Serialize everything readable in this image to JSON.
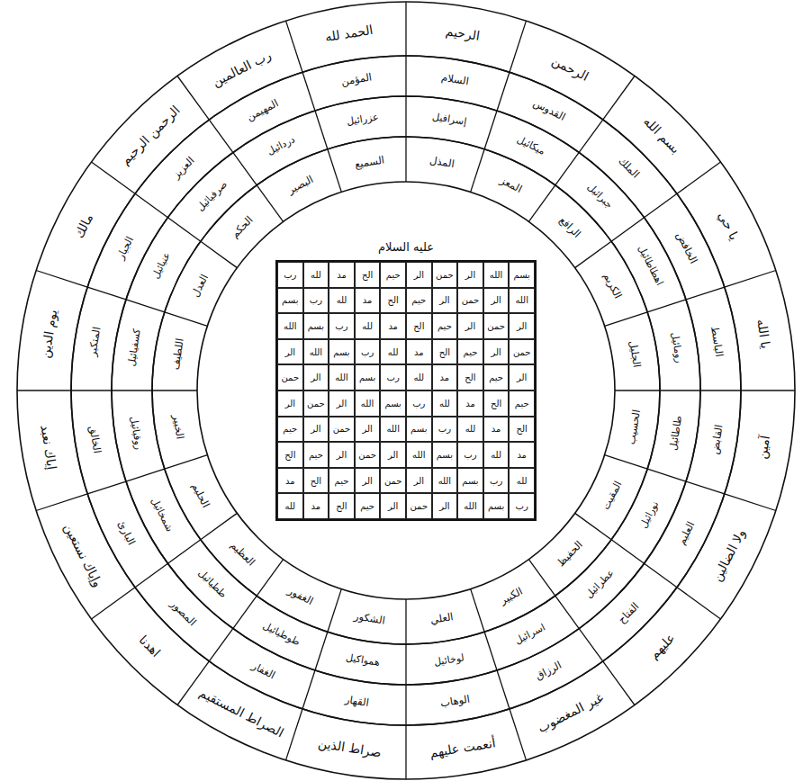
{
  "diagram": {
    "nodes": [
      {
        "text": [
          "بسم الله",
          "الرحمن",
          "الرحيم",
          "الحمد لله",
          "رب العالمين",
          "الرحمن الرحيم",
          "مالك",
          "يوم الدين",
          "إياك نعبد",
          "وإياك نستعين",
          "اهدنا",
          "الصراط المستقيم",
          "صراط الذين",
          "أنعمت عليهم",
          "غير المغضوب",
          "عليهم",
          "ولا الضالين",
          "آمين",
          "يا الله",
          "يا حي"
        ]
      },
      {
        "text": [
          "الملك",
          "القدوس",
          "السلام",
          "المؤمن",
          "المهيمن",
          "العزيز",
          "الجبار",
          "المتكبر",
          "الخالق",
          "البارئ",
          "المصور",
          "الغفار",
          "القهار",
          "الوهاب",
          "الرزاق",
          "الفتاح",
          "العليم",
          "القابض",
          "الباسط",
          "الخافض"
        ]
      },
      {
        "text": [
          "جبرائيل",
          "ميكائيل",
          "إسرافيل",
          "عزرائيل",
          "دردائيل",
          "صرفيائيل",
          "عنيائيل",
          "كسفيائيل",
          "روقيائيل",
          "شمخائيل",
          "ططيائيل",
          "طوطيائيل",
          "همواكيل",
          "لوخائيل",
          "اسرائيل",
          "عطرائيل",
          "نورائيل",
          "طاطائيل",
          "رومائيل",
          "اهطاطائيل"
        ]
      },
      {
        "text": [
          "الرافع",
          "المعز",
          "المذل",
          "السميع",
          "البصير",
          "الحكم",
          "العدل",
          "اللطيف",
          "الخبير",
          "الحليم",
          "العظيم",
          "الغفور",
          "الشكور",
          "العلي",
          "الكبير",
          "الحفيظ",
          "المقيت",
          "الحسيب",
          "الجليل",
          "الكريم"
        ]
      },
      {
        "text": [
          "علیه السلام"
        ]
      },
      {
        "text": [
          "بسم"
        ],
        "in": 4
      },
      {
        "text": [
          "الله"
        ],
        "in": 4
      },
      {
        "text": [
          "الر"
        ],
        "in": 4
      },
      {
        "text": [
          "حمن"
        ],
        "in": 4
      },
      {
        "text": [
          "الر"
        ],
        "in": 4
      },
      {
        "text": [
          "حيم"
        ],
        "in": 4
      },
      {
        "text": [
          "الح"
        ],
        "in": 4
      },
      {
        "text": [
          "مد"
        ],
        "in": 4
      },
      {
        "text": [
          "لله"
        ],
        "in": 4
      },
      {
        "text": [
          "رب"
        ],
        "in": 4
      },
      {
        "text": [
          "الله"
        ],
        "in": 4
      },
      {
        "text": [
          "الر"
        ],
        "in": 4
      },
      {
        "text": [
          "حمن"
        ],
        "in": 4
      },
      {
        "text": [
          "الر"
        ],
        "in": 4
      },
      {
        "text": [
          "حيم"
        ],
        "in": 4
      },
      {
        "text": [
          "الح"
        ],
        "in": 4
      },
      {
        "text": [
          "مد"
        ],
        "in": 4
      },
      {
        "text": [
          "لله"
        ],
        "in": 4
      },
      {
        "text": [
          "رب"
        ],
        "in": 4
      },
      {
        "text": [
          "بسم"
        ],
        "in": 4
      },
      {
        "text": [
          "الر"
        ],
        "in": 4
      },
      {
        "text": [
          "حمن"
        ],
        "in": 4
      },
      {
        "text": [
          "الر"
        ],
        "in": 4
      },
      {
        "text": [
          "حيم"
        ],
        "in": 4
      },
      {
        "text": [
          "الح"
        ],
        "in": 4
      },
      {
        "text": [
          "مد"
        ],
        "in": 4
      },
      {
        "text": [
          "لله"
        ],
        "in": 4
      },
      {
        "text": [
          "رب"
        ],
        "in": 4
      },
      {
        "text": [
          "بسم"
        ],
        "in": 4
      },
      {
        "text": [
          "الله"
        ],
        "in": 4
      },
      {
        "text": [
          "حمن"
        ],
        "in": 4
      },
      {
        "text": [
          "الر"
        ],
        "in": 4
      },
      {
        "text": [
          "حيم"
        ],
        "in": 4
      },
      {
        "text": [
          "الح"
        ],
        "in": 4
      },
      {
        "text": [
          "مد"
        ],
        "in": 4
      },
      {
        "text": [
          "لله"
        ],
        "in": 4
      },
      {
        "text": [
          "رب"
        ],
        "in": 4
      },
      {
        "text": [
          "بسم"
        ],
        "in": 4
      },
      {
        "text": [
          "الله"
        ],
        "in": 4
      },
      {
        "text": [
          "الر"
        ],
        "in": 4
      },
      {
        "text": [
          "الر"
        ],
        "in": 4
      },
      {
        "text": [
          "حيم"
        ],
        "in": 4
      },
      {
        "text": [
          "الح"
        ],
        "in": 4
      },
      {
        "text": [
          "مد"
        ],
        "in": 4
      },
      {
        "text": [
          "لله"
        ],
        "in": 4
      },
      {
        "text": [
          "رب"
        ],
        "in": 4
      },
      {
        "text": [
          "بسم"
        ],
        "in": 4
      },
      {
        "text": [
          "الله"
        ],
        "in": 4
      },
      {
        "text": [
          "الر"
        ],
        "in": 4
      },
      {
        "text": [
          "حمن"
        ],
        "in": 4
      },
      {
        "text": [
          "حيم"
        ],
        "in": 4
      },
      {
        "text": [
          "الح"
        ],
        "in": 4
      },
      {
        "text": [
          "مد"
        ],
        "in": 4
      },
      {
        "text": [
          "لله"
        ],
        "in": 4
      },
      {
        "text": [
          "رب"
        ],
        "in": 4
      },
      {
        "text": [
          "بسم"
        ],
        "in": 4
      },
      {
        "text": [
          "الله"
        ],
        "in": 4
      },
      {
        "text": [
          "الر"
        ],
        "in": 4
      },
      {
        "text": [
          "حمن"
        ],
        "in": 4
      },
      {
        "text": [
          "الر"
        ],
        "in": 4
      },
      {
        "text": [
          "الح"
        ],
        "in": 4
      },
      {
        "text": [
          "مد"
        ],
        "in": 4
      },
      {
        "text": [
          "لله"
        ],
        "in": 4
      },
      {
        "text": [
          "رب"
        ],
        "in": 4
      },
      {
        "text": [
          "بسم"
        ],
        "in": 4
      },
      {
        "text": [
          "الله"
        ],
        "in": 4
      },
      {
        "text": [
          "الر"
        ],
        "in": 4
      },
      {
        "text": [
          "حمن"
        ],
        "in": 4
      },
      {
        "text": [
          "الر"
        ],
        "in": 4
      },
      {
        "text": [
          "حيم"
        ],
        "in": 4
      },
      {
        "text": [
          "مد"
        ],
        "in": 4
      },
      {
        "text": [
          "لله"
        ],
        "in": 4
      },
      {
        "text": [
          "رب"
        ],
        "in": 4
      },
      {
        "text": [
          "بسم"
        ],
        "in": 4
      },
      {
        "text": [
          "الله"
        ],
        "in": 4
      },
      {
        "text": [
          "الر"
        ],
        "in": 4
      },
      {
        "text": [
          "حمن"
        ],
        "in": 4
      },
      {
        "text": [
          "الر"
        ],
        "in": 4
      },
      {
        "text": [
          "حيم"
        ],
        "in": 4
      },
      {
        "text": [
          "الح"
        ],
        "in": 4
      },
      {
        "text": [
          "لله"
        ],
        "in": 4
      },
      {
        "text": [
          "رب"
        ],
        "in": 4
      },
      {
        "text": [
          "بسم"
        ],
        "in": 4
      },
      {
        "text": [
          "الله"
        ],
        "in": 4
      },
      {
        "text": [
          "الر"
        ],
        "in": 4
      },
      {
        "text": [
          "حمن"
        ],
        "in": 4
      },
      {
        "text": [
          "الر"
        ],
        "in": 4
      },
      {
        "text": [
          "حيم"
        ],
        "in": 4
      },
      {
        "text": [
          "الح"
        ],
        "in": 4
      },
      {
        "text": [
          "مد"
        ],
        "in": 4
      },
      {
        "text": [
          "رب"
        ],
        "in": 4
      },
      {
        "text": [
          "بسم"
        ],
        "in": 4
      },
      {
        "text": [
          "الله"
        ],
        "in": 4
      },
      {
        "text": [
          "الر"
        ],
        "in": 4
      },
      {
        "text": [
          "حمن"
        ],
        "in": 4
      },
      {
        "text": [
          "الر"
        ],
        "in": 4
      },
      {
        "text": [
          "حيم"
        ],
        "in": 4
      },
      {
        "text": [
          "الح"
        ],
        "in": 4
      },
      {
        "text": [
          "مد"
        ],
        "in": 4
      },
      {
        "text": [
          "لله"
        ],
        "in": 4
      }
    ]
  }
}
